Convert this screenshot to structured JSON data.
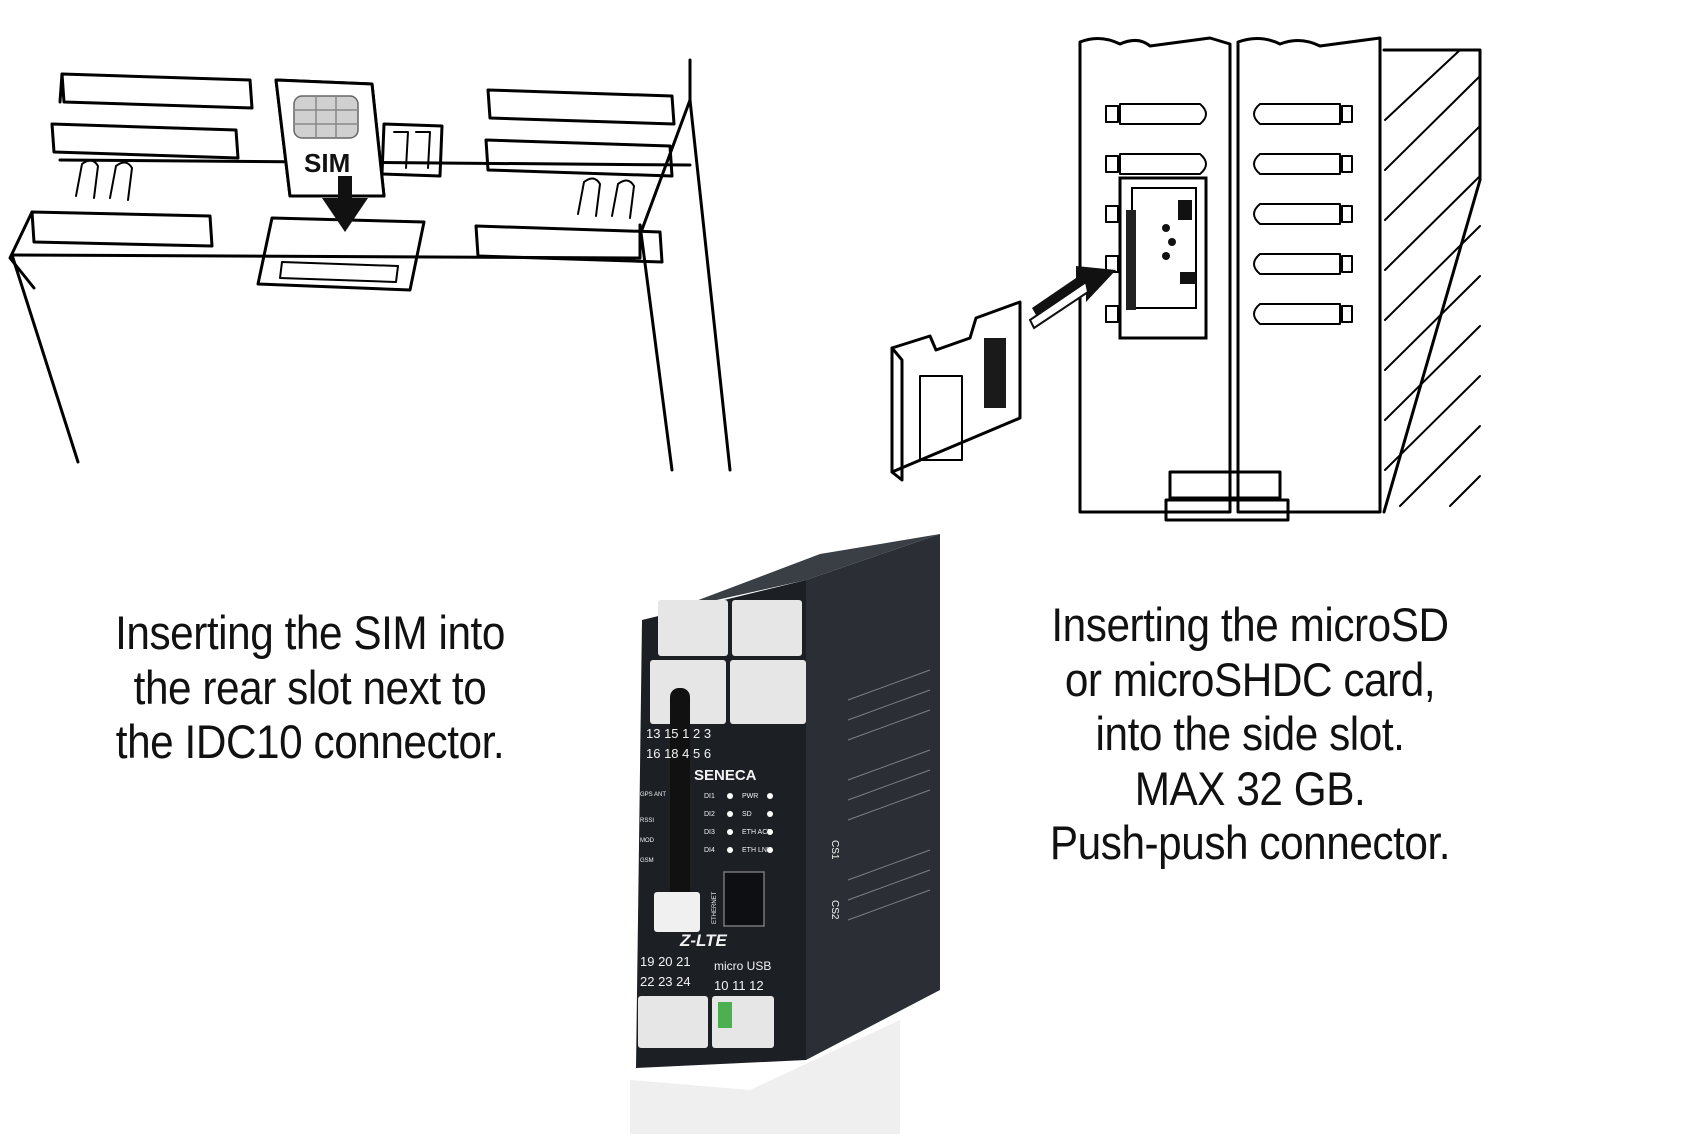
{
  "left_panel": {
    "sim_label": "SIM",
    "caption_lines": [
      "Inserting the SIM into",
      "the rear slot next to",
      "the IDC10 connector."
    ]
  },
  "right_panel": {
    "caption_lines": [
      "Inserting the microSD",
      "or microSHDC card,",
      "into the side slot.",
      "MAX 32 GB.",
      "Push-push connector."
    ]
  },
  "device": {
    "brand": "SENECA",
    "model": "Z-LTE",
    "top_terminals_row1": "13  15   1  2  3",
    "top_terminals_row2": "16  18   4  5  6",
    "bottom_terminals_left_row1": "19 20 21",
    "bottom_terminals_left_row2": "22 23 24",
    "bottom_terminals_right_row1": "micro USB",
    "bottom_terminals_right_row2": "10 11 12",
    "leds": [
      "DI1",
      "PWR",
      "DI2",
      "SD",
      "DI3",
      "ETH ACT",
      "DI4",
      "ETH LNK"
    ],
    "left_leds": [
      "GPS ANT",
      "RSSI",
      "MOD",
      "GSM"
    ],
    "port_label": "ETHERNET",
    "side_labels": [
      "CS1",
      "CS2"
    ],
    "colors": {
      "body": "#1c1f24",
      "terminal": "#e6e6e6",
      "text": "#f2f2f2"
    }
  }
}
